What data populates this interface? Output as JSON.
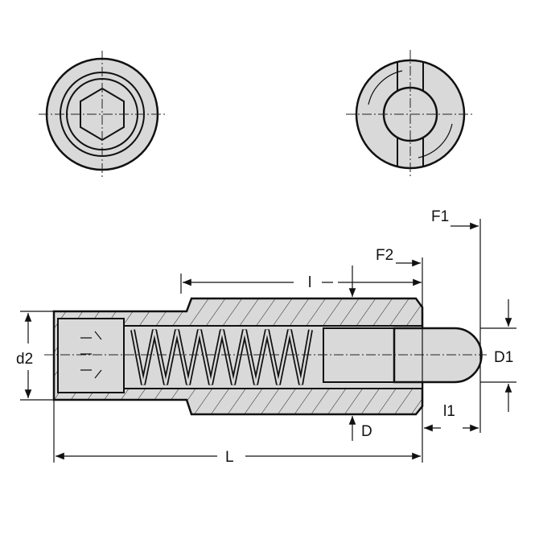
{
  "title": "Spring plunger with ball-nose pin - dimension drawing",
  "labels": {
    "F1": "F1",
    "F2": "F2",
    "l": "l",
    "d2": "d2",
    "D1": "D1",
    "l1": "l1",
    "D": "D",
    "L": "L"
  },
  "colors": {
    "fill": "#d9d9d9",
    "line": "#111111"
  }
}
